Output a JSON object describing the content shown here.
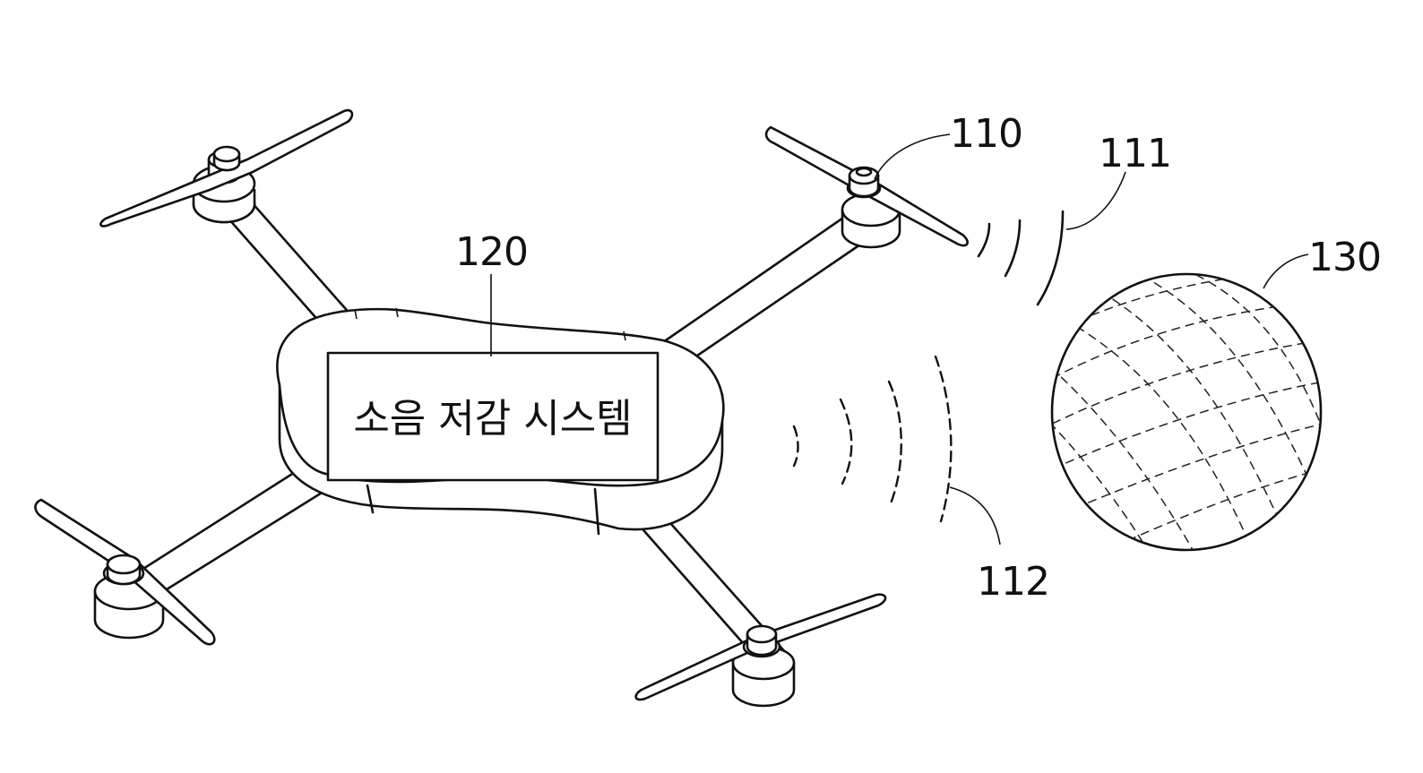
{
  "figure": {
    "box_label": "소음 저감 시스템",
    "references": {
      "propeller": "110",
      "sound_wave": "111",
      "anti_noise_wave": "112",
      "body": "120",
      "sphere": "130"
    }
  }
}
